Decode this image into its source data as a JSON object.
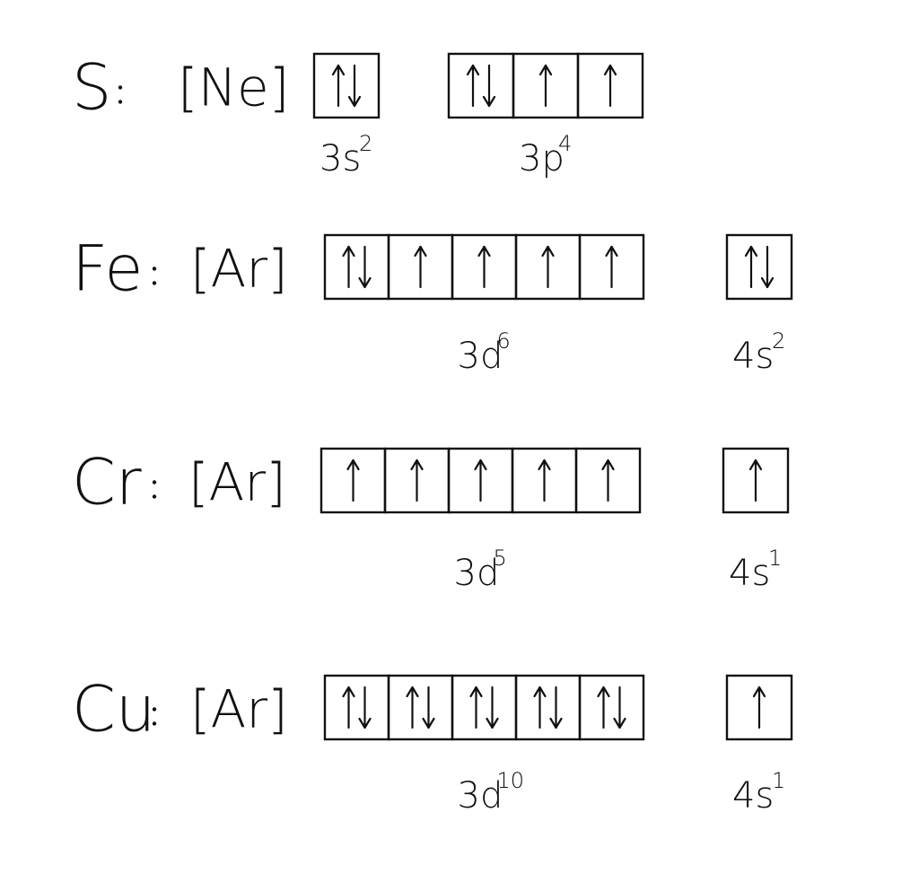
{
  "rows": [
    {
      "element": "S",
      "core": "[Ne]",
      "groups": [
        {
          "orbital": "3s",
          "count": "2",
          "boxes": [
            "updown"
          ]
        },
        {
          "orbital": "3p",
          "count": "4",
          "boxes": [
            "updown",
            "up",
            "up"
          ]
        }
      ]
    },
    {
      "element": "Fe",
      "core": "[Ar]",
      "groups": [
        {
          "orbital": "3d",
          "count": "6",
          "boxes": [
            "updown",
            "up",
            "up",
            "up",
            "up"
          ]
        },
        {
          "orbital": "4s",
          "count": "2",
          "boxes": [
            "updown"
          ]
        }
      ]
    },
    {
      "element": "Cr",
      "core": "[Ar]",
      "groups": [
        {
          "orbital": "3d",
          "count": "5",
          "boxes": [
            "up",
            "up",
            "up",
            "up",
            "up"
          ]
        },
        {
          "orbital": "4s",
          "count": "1",
          "boxes": [
            "up"
          ]
        }
      ]
    },
    {
      "element": "Cu",
      "core": "[Ar]",
      "groups": [
        {
          "orbital": "3d",
          "count": "10",
          "boxes": [
            "updown",
            "updown",
            "updown",
            "updown",
            "updown"
          ]
        },
        {
          "orbital": "4s",
          "count": "1",
          "boxes": [
            "up"
          ]
        }
      ]
    }
  ]
}
